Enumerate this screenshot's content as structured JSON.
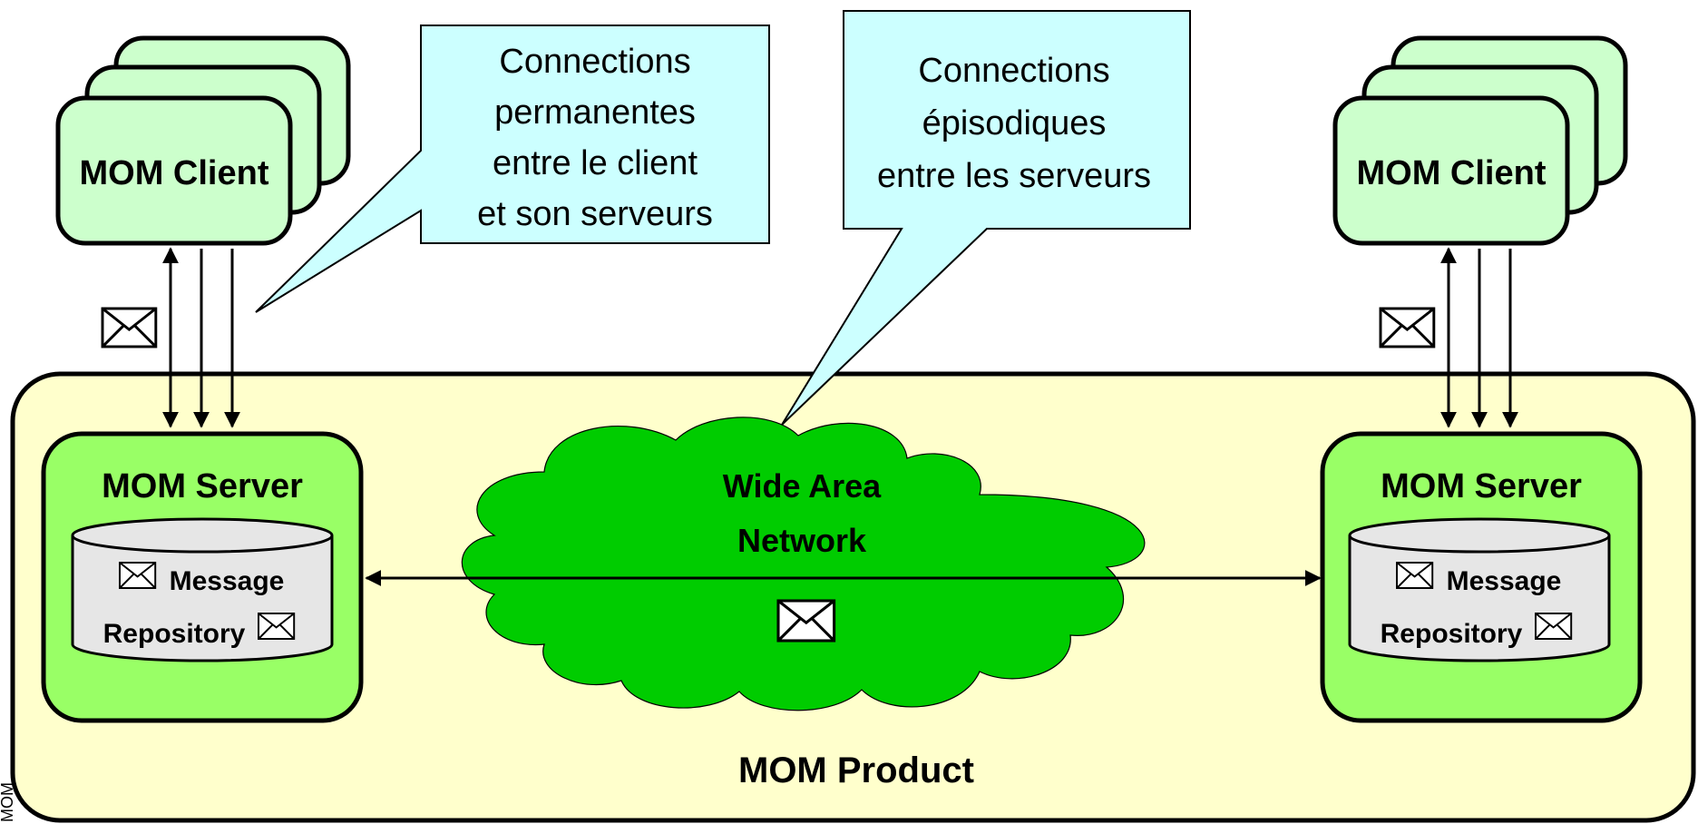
{
  "left_client": {
    "label": "MOM Client"
  },
  "right_client": {
    "label": "MOM Client"
  },
  "callout_permanent": {
    "lines": [
      "Connections",
      "permanentes",
      "entre le client",
      "et son serveurs"
    ]
  },
  "callout_episodic": {
    "lines": [
      "Connections",
      "épisodiques",
      "entre les serveurs"
    ]
  },
  "left_server": {
    "label": "MOM Server",
    "repository_line1": "Message",
    "repository_line2": "Repository"
  },
  "right_server": {
    "label": "MOM Server",
    "repository_line1": "Message",
    "repository_line2": "Repository"
  },
  "network": {
    "line1": "Wide Area",
    "line2": "Network"
  },
  "product": {
    "label": "MOM Product"
  },
  "side_note": "MOM",
  "colors": {
    "client_fill": "#ccffcc",
    "server_fill": "#99ff66",
    "product_fill": "#ffffcc",
    "cloud_fill": "#00cc00",
    "callout_fill": "#ccffff",
    "repository_fill": "#e6e6e6"
  },
  "icons": [
    "envelope-icon"
  ]
}
